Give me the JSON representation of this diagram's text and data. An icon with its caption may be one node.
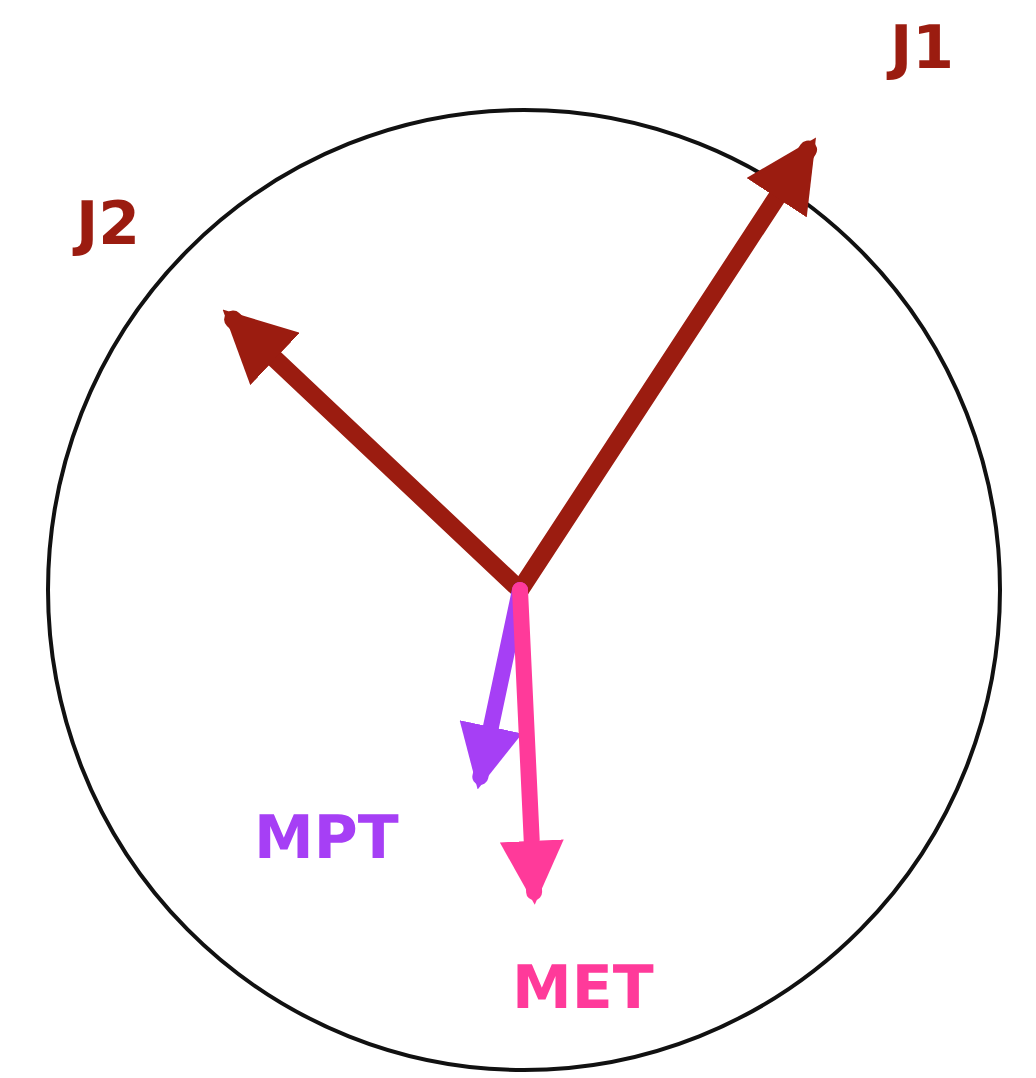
{
  "diagram": {
    "labels": [
      "J1",
      "J2",
      "MPT",
      "MET"
    ]
  }
}
